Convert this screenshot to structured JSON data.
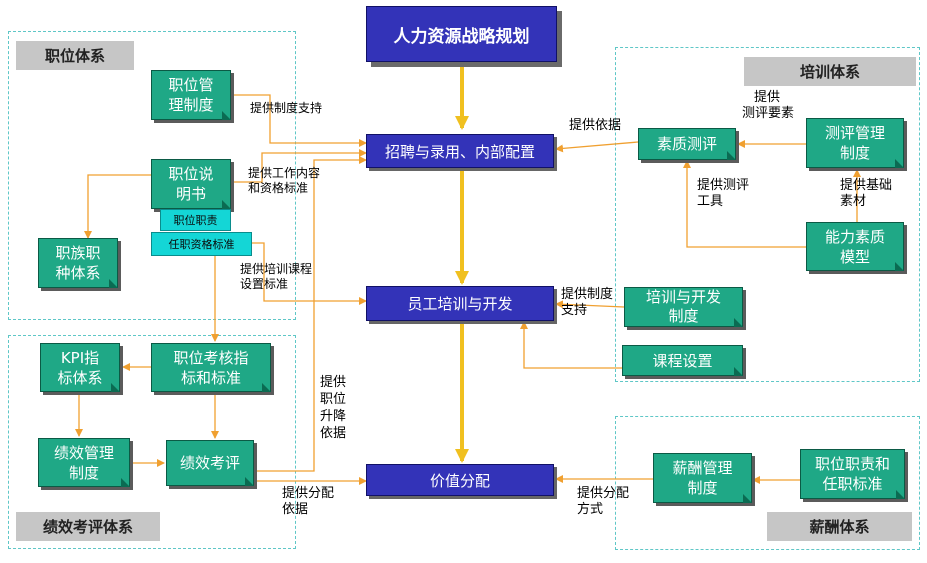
{
  "title": "人力资源战略规划",
  "sections": {
    "position": "职位体系",
    "training": "培训体系",
    "performance": "绩效考评体系",
    "salary": "薪酬体系"
  },
  "nodes": {
    "recruit": "招聘与录用、内部配置",
    "training_dev": "员工培训与开发",
    "value": "价值分配",
    "pos_mgmt": [
      "职位管",
      "理制度"
    ],
    "pos_desc": [
      "职位说",
      "明书"
    ],
    "pos_duty": "职位职责",
    "pos_qual": "任职资格标准",
    "family": [
      "职族职",
      "种体系"
    ],
    "kpi": [
      "KPI指",
      "标体系"
    ],
    "pos_eval_index": [
      "职位考核指",
      "标和标准"
    ],
    "perf_mgmt": [
      "绩效管理",
      "制度"
    ],
    "perf_eval": "绩效考评",
    "quality_eval": "素质测评",
    "eval_mgmt": [
      "测评管理",
      "制度"
    ],
    "ability_model": [
      "能力素质",
      "模型"
    ],
    "train_policy": [
      "培训与开发",
      "制度"
    ],
    "course": "课程设置",
    "salary_mgmt": [
      "薪酬管理",
      "制度"
    ],
    "duty_qual": [
      "职位职责和",
      "任职标准"
    ]
  },
  "labels": {
    "policy_support": "提供制度支持",
    "work_content": [
      "提供工作内容",
      "和资格标准"
    ],
    "course_standard": [
      "提供培训课程",
      "设置标准"
    ],
    "promotion": [
      "提供",
      "职位",
      "升降",
      "依据"
    ],
    "dist_basis": [
      "提供分配",
      "依据"
    ],
    "basis": "提供依据",
    "eval_elements": [
      "提供",
      "测评要素"
    ],
    "eval_tools": [
      "提供测评",
      "工具"
    ],
    "base_material": [
      "提供基础",
      "素材"
    ],
    "policy_support2": [
      "提供制度",
      "支持"
    ],
    "dist_method": [
      "提供分配",
      "方式"
    ]
  },
  "colors": {
    "teal_node": "#1fa886",
    "blue_node": "#3333b8",
    "cyan_tag": "#14d6d6",
    "arrow_orange": "#f0a030",
    "arrow_main": "#f0c020",
    "dashed_border": "#5fc7c7",
    "section_tag": "#c6c6c6"
  }
}
